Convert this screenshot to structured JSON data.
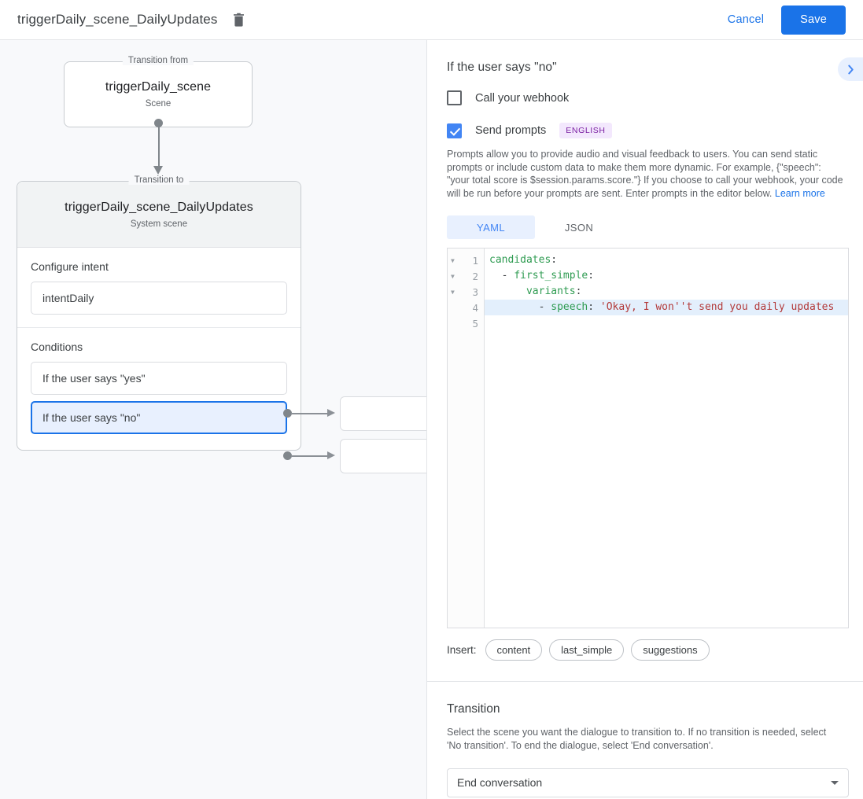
{
  "topbar": {
    "title": "triggerDaily_scene_DailyUpdates",
    "delete_icon": "trash-icon",
    "cancel_label": "Cancel",
    "save_label": "Save"
  },
  "colors": {
    "accent_blue": "#1a73e8",
    "checkbox_blue": "#4285f4",
    "selected_fill": "#e8f0fe",
    "badge_text": "#7b1fa2",
    "badge_bg": "#f3e8fd",
    "canvas_bg": "#f8f9fb",
    "code_key": "#2e9b51",
    "code_string": "#b33a3a"
  },
  "canvas": {
    "from_legend": "Transition from",
    "from_node": {
      "title": "triggerDaily_scene",
      "subtitle": "Scene"
    },
    "to_legend": "Transition to",
    "to_node": {
      "title": "triggerDaily_scene_DailyUpdates",
      "subtitle": "System scene"
    },
    "intent_section": {
      "label": "Configure intent",
      "value": "intentDaily"
    },
    "conditions_section": {
      "label": "Conditions",
      "items": [
        {
          "text": "If the user says \"yes\"",
          "selected": false
        },
        {
          "text": "If the user says \"no\"",
          "selected": true
        }
      ]
    }
  },
  "panel": {
    "title": "If the user says \"no\"",
    "expand_icon": "chevron-right-icon",
    "webhook": {
      "label": "Call your webhook",
      "checked": false
    },
    "prompts": {
      "label": "Send prompts",
      "checked": true,
      "language_badge": "ENGLISH",
      "description": "Prompts allow you to provide audio and visual feedback to users. You can send static prompts or include custom data to make them more dynamic. For example, {\"speech\": \"your total score is $session.params.score.\"} If you choose to call your webhook, your code will be run before your prompts are sent. Enter prompts in the editor below. ",
      "learn_more": "Learn more"
    },
    "tabs": [
      {
        "label": "YAML",
        "active": true
      },
      {
        "label": "JSON",
        "active": false
      }
    ],
    "editor": {
      "lines": [
        {
          "num": "1",
          "fold": true,
          "active": false,
          "tokens": [
            {
              "t": "candidates",
              "c": "k"
            },
            {
              "t": ":",
              "c": "p"
            }
          ]
        },
        {
          "num": "2",
          "fold": true,
          "active": false,
          "tokens": [
            {
              "t": "  - ",
              "c": "p"
            },
            {
              "t": "first_simple",
              "c": "k"
            },
            {
              "t": ":",
              "c": "p"
            }
          ]
        },
        {
          "num": "3",
          "fold": true,
          "active": false,
          "tokens": [
            {
              "t": "      ",
              "c": "p"
            },
            {
              "t": "variants",
              "c": "k"
            },
            {
              "t": ":",
              "c": "p"
            }
          ]
        },
        {
          "num": "4",
          "fold": false,
          "active": true,
          "tokens": [
            {
              "t": "        - ",
              "c": "p"
            },
            {
              "t": "speech",
              "c": "k"
            },
            {
              "t": ": ",
              "c": "p"
            },
            {
              "t": "'Okay, I won''t send you daily updates",
              "c": "s"
            }
          ]
        },
        {
          "num": "5",
          "fold": false,
          "active": false,
          "tokens": []
        }
      ]
    },
    "insert": {
      "label": "Insert:",
      "chips": [
        "content",
        "last_simple",
        "suggestions"
      ]
    },
    "transition": {
      "title": "Transition",
      "description": "Select the scene you want the dialogue to transition to. If no transition is needed, select 'No transition'. To end the dialogue, select 'End conversation'.",
      "selected": "End conversation"
    }
  }
}
